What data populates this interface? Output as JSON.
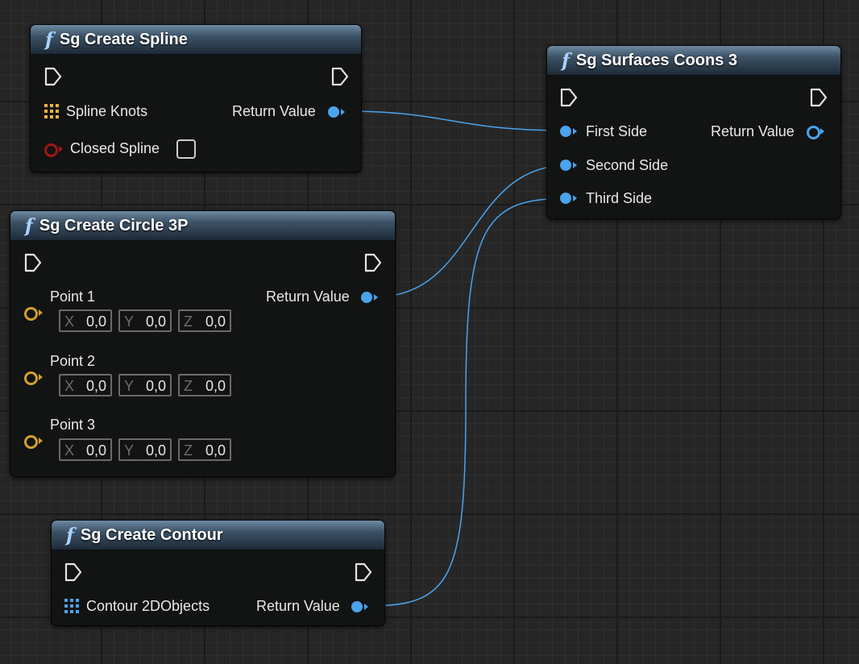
{
  "colors": {
    "pin_blue": "#4aa3ec",
    "pin_yellow": "#d4a02a",
    "pin_red": "#a11616",
    "grid_icon_orange": "#f0b23a",
    "grid_icon_blue": "#4aa3ec",
    "header_blue": "#3d5266"
  },
  "function_icon": "f",
  "nodes": {
    "create_spline": {
      "title": "Sg Create Spline",
      "inputs": {
        "spline_knots": "Spline Knots",
        "closed_spline": "Closed Spline"
      },
      "output": "Return Value"
    },
    "create_circle": {
      "title": "Sg Create Circle 3P",
      "output": "Return Value",
      "points": [
        {
          "label": "Point 1",
          "x": "0,0",
          "y": "0,0",
          "z": "0,0"
        },
        {
          "label": "Point 2",
          "x": "0,0",
          "y": "0,0",
          "z": "0,0"
        },
        {
          "label": "Point 3",
          "x": "0,0",
          "y": "0,0",
          "z": "0,0"
        }
      ],
      "axis_labels": {
        "x": "X",
        "y": "Y",
        "z": "Z"
      }
    },
    "create_contour": {
      "title": "Sg Create Contour",
      "inputs": {
        "contour_objects": "Contour 2DObjects"
      },
      "output": "Return Value"
    },
    "surfaces_coons": {
      "title": "Sg Surfaces Coons 3",
      "inputs": {
        "first_side": "First Side",
        "second_side": "Second Side",
        "third_side": "Third Side"
      },
      "output": "Return Value"
    }
  }
}
